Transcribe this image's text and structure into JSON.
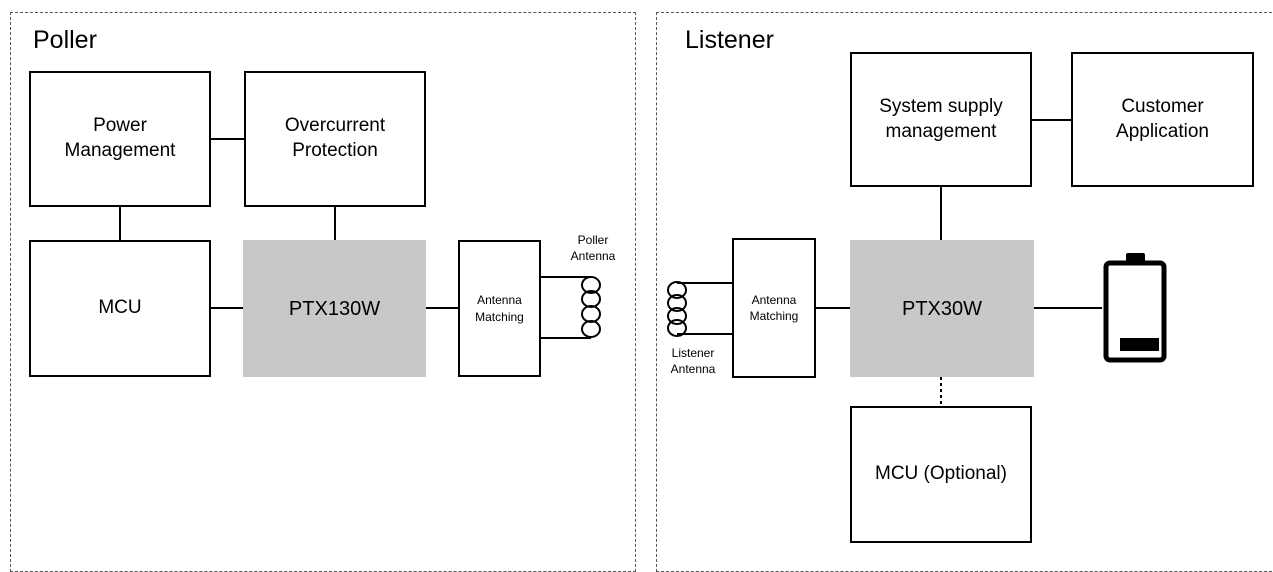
{
  "poller": {
    "title": "Poller",
    "power_management": "Power\nManagement",
    "overcurrent_protection": "Overcurrent\nProtection",
    "mcu": "MCU",
    "chip": "PTX130W",
    "antenna_matching": "Antenna\nMatching",
    "antenna_label": "Poller\nAntenna"
  },
  "listener": {
    "title": "Listener",
    "system_supply": "System supply\nmanagement",
    "customer_application": "Customer\nApplication",
    "chip": "PTX30W",
    "antenna_matching": "Antenna\nMatching",
    "antenna_label": "Listener\nAntenna",
    "mcu_optional": "MCU (Optional)"
  },
  "icons": {
    "poller_coil": "coil-icon",
    "listener_coil": "coil-icon",
    "battery": "battery-icon"
  },
  "colors": {
    "chip_fill": "#c8c8c8",
    "border": "#000000",
    "panel_border": "#555555"
  }
}
